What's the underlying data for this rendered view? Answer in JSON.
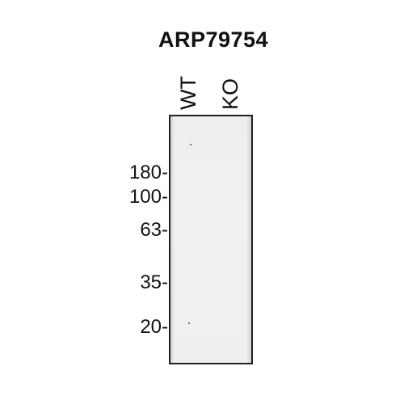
{
  "title": "ARP79754",
  "lanes": [
    "WT",
    "KO"
  ],
  "markers": [
    "180-",
    "100-",
    "63-",
    "35-",
    "20-"
  ]
}
